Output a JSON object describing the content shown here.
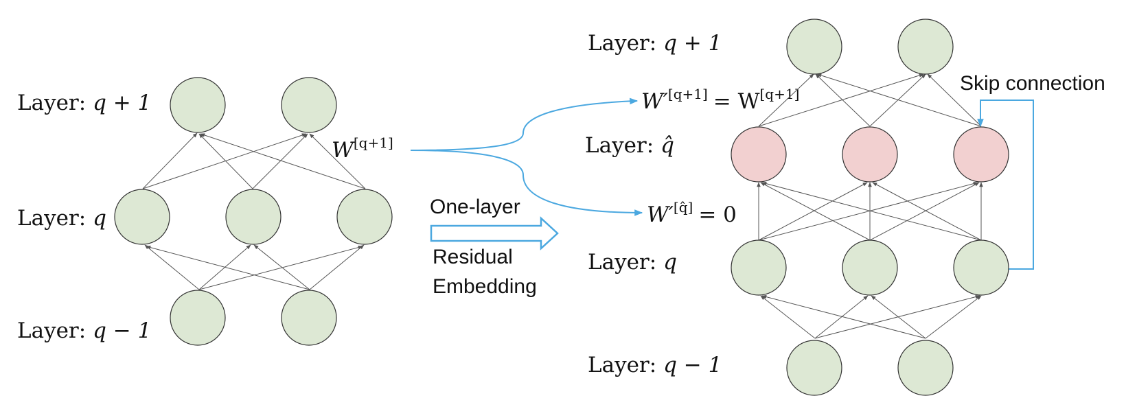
{
  "colors": {
    "node_fill": "#dde8d4",
    "residual_node_fill": "#f2d0d0",
    "arrow_blue": "#4ba8e0",
    "edge": "#555555"
  },
  "left_network": {
    "layer_top": {
      "prefix": "Layer",
      "value": "q + 1"
    },
    "layer_mid": {
      "prefix": "Layer",
      "value": "q"
    },
    "layer_bottom": {
      "prefix": "Layer",
      "value": "q − 1"
    },
    "weight": {
      "base": "W",
      "sup": "[q+1]"
    }
  },
  "transform": {
    "line1": "One-layer",
    "line2": "Residual",
    "line3": "Embedding"
  },
  "equations": {
    "top": {
      "base": "W′",
      "sup": "[q+1]",
      "rhs_base": "= W",
      "rhs_sup": "[q+1]"
    },
    "bottom": {
      "base": "W′",
      "sup": "[q̂]",
      "rhs": "= 0"
    }
  },
  "right_network": {
    "layer_top": {
      "prefix": "Layer",
      "value": "q + 1"
    },
    "layer_hat": {
      "prefix": "Layer",
      "value": "q̂"
    },
    "layer_mid": {
      "prefix": "Layer",
      "value": "q"
    },
    "layer_bottom": {
      "prefix": "Layer",
      "value": "q − 1"
    },
    "skip_label": "Skip connection"
  }
}
